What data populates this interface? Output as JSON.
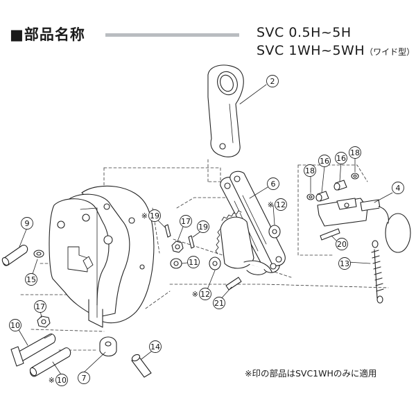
{
  "header": {
    "title": "■部品名称",
    "model_line1": "SVC 0.5H~5H",
    "model_line2": "SVC 1WH~5WH",
    "model_line2_suffix": "（ワイド型）"
  },
  "footnote": "※印の部品はSVC1WHのみに適用",
  "asterisk_mark": "※",
  "parts": [
    {
      "id": "p2",
      "number": "2",
      "asterisk": false
    },
    {
      "id": "p4",
      "number": "4",
      "asterisk": false
    },
    {
      "id": "p6",
      "number": "6",
      "asterisk": false
    },
    {
      "id": "p7",
      "number": "7",
      "asterisk": false
    },
    {
      "id": "p9",
      "number": "9",
      "asterisk": false
    },
    {
      "id": "p10a",
      "number": "10",
      "asterisk": false
    },
    {
      "id": "p10b",
      "number": "10",
      "asterisk": true
    },
    {
      "id": "p11",
      "number": "11",
      "asterisk": false
    },
    {
      "id": "p12a",
      "number": "12",
      "asterisk": true
    },
    {
      "id": "p12b",
      "number": "12",
      "asterisk": true
    },
    {
      "id": "p13",
      "number": "13",
      "asterisk": false
    },
    {
      "id": "p14",
      "number": "14",
      "asterisk": false
    },
    {
      "id": "p15",
      "number": "15",
      "asterisk": false
    },
    {
      "id": "p16a",
      "number": "16",
      "asterisk": false
    },
    {
      "id": "p16b",
      "number": "16",
      "asterisk": false
    },
    {
      "id": "p17a",
      "number": "17",
      "asterisk": false
    },
    {
      "id": "p17b",
      "number": "17",
      "asterisk": false
    },
    {
      "id": "p18a",
      "number": "18",
      "asterisk": false
    },
    {
      "id": "p18b",
      "number": "18",
      "asterisk": false
    },
    {
      "id": "p19a",
      "number": "19",
      "asterisk": true
    },
    {
      "id": "p19b",
      "number": "19",
      "asterisk": false
    },
    {
      "id": "p20",
      "number": "20",
      "asterisk": false
    },
    {
      "id": "p21",
      "number": "21",
      "asterisk": false
    }
  ]
}
